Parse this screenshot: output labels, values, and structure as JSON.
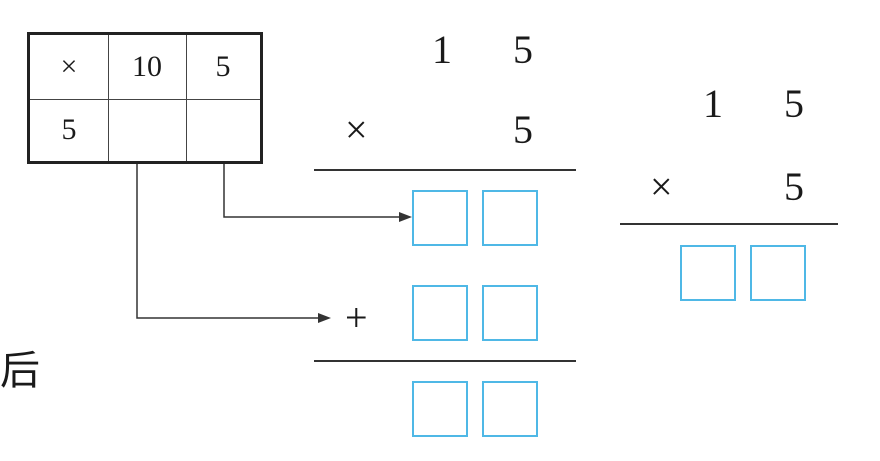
{
  "table": {
    "header": [
      "×",
      "10",
      "5"
    ],
    "row": [
      "5",
      "",
      ""
    ]
  },
  "calc_left": {
    "top_digits": [
      "1",
      "5"
    ],
    "times_sign": "×",
    "multiplier": "5",
    "plus_sign": "+"
  },
  "calc_right": {
    "top_digits": [
      "1",
      "5"
    ],
    "times_sign": "×",
    "multiplier": "5"
  },
  "side_text": "后",
  "colors": {
    "answer_box": "#4fb8e6",
    "lines": "#333333"
  }
}
